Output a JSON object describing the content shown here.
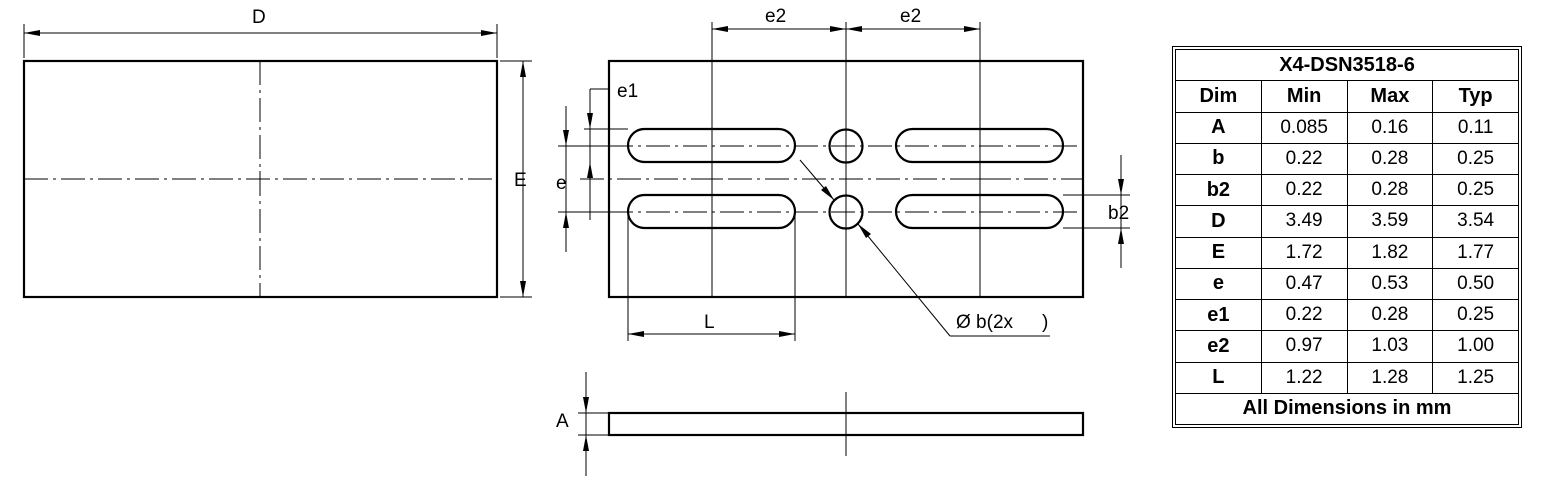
{
  "drawing": {
    "labels": {
      "D": "D",
      "E": "E",
      "e2_left": "e2",
      "e2_right": "e2",
      "e1": "e1",
      "e": "e",
      "b2": "b2",
      "L": "L",
      "diameter": "Ø b(2x",
      "diameter_paren": ")",
      "A": "A"
    }
  },
  "table": {
    "title": "X4-DSN3518-6",
    "headers": [
      "Dim",
      "Min",
      "Max",
      "Typ"
    ],
    "rows": [
      [
        "A",
        "0.085",
        "0.16",
        "0.11"
      ],
      [
        "b",
        "0.22",
        "0.28",
        "0.25"
      ],
      [
        "b2",
        "0.22",
        "0.28",
        "0.25"
      ],
      [
        "D",
        "3.49",
        "3.59",
        "3.54"
      ],
      [
        "E",
        "1.72",
        "1.82",
        "1.77"
      ],
      [
        "e",
        "0.47",
        "0.53",
        "0.50"
      ],
      [
        "e1",
        "0.22",
        "0.28",
        "0.25"
      ],
      [
        "e2",
        "0.97",
        "1.03",
        "1.00"
      ],
      [
        "L",
        "1.22",
        "1.28",
        "1.25"
      ]
    ],
    "footer": "All Dimensions in mm"
  }
}
